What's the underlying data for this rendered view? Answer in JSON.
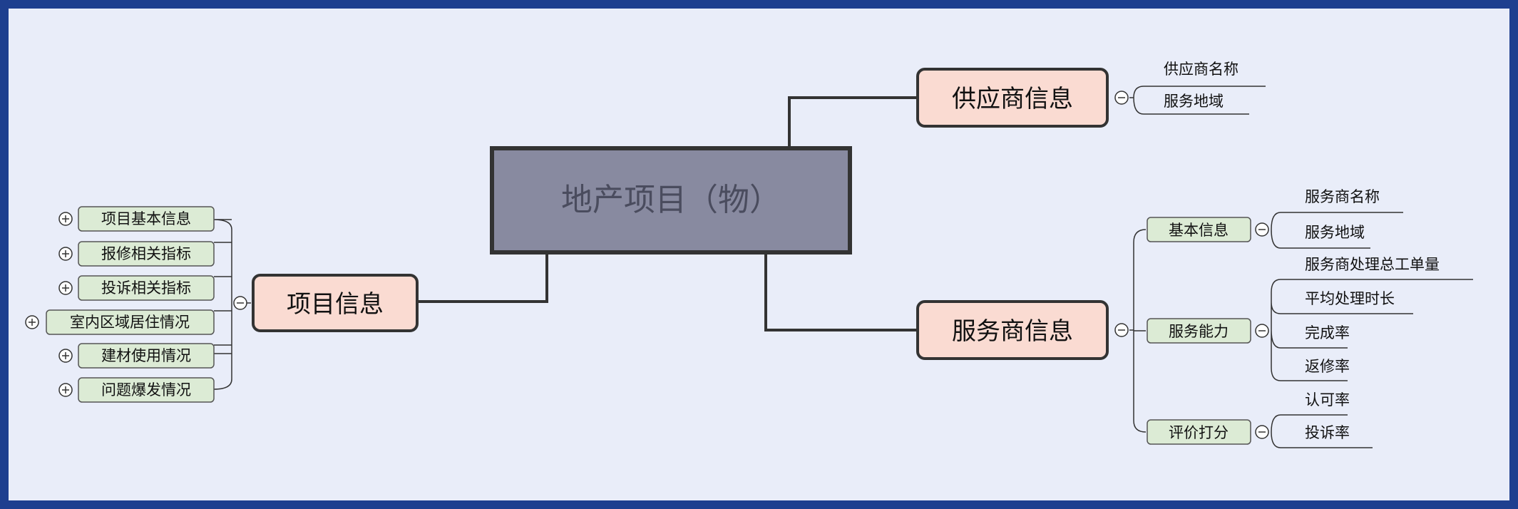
{
  "colors": {
    "frame": "#1e3f8f",
    "panel": "#e9edf9",
    "center_fill": "#888aa0",
    "center_text": "#4a4c5e",
    "branch_fill": "#fadbd2",
    "sub_fill": "#dcebd5",
    "line": "#333333"
  },
  "mindmap": {
    "center": {
      "label": "地产项目（物）"
    },
    "left": {
      "label": "项目信息",
      "children": [
        {
          "label": "项目基本信息"
        },
        {
          "label": "报修相关指标"
        },
        {
          "label": "投诉相关指标"
        },
        {
          "label": "室内区域居住情况"
        },
        {
          "label": "建材使用情况"
        },
        {
          "label": "问题爆发情况"
        }
      ]
    },
    "supplier": {
      "label": "供应商信息",
      "leaves": [
        {
          "label": "供应商名称"
        },
        {
          "label": "服务地域"
        }
      ]
    },
    "service": {
      "label": "服务商信息",
      "groups": [
        {
          "label": "基本信息",
          "leaves": [
            {
              "label": "服务商名称"
            },
            {
              "label": "服务地域"
            }
          ]
        },
        {
          "label": "服务能力",
          "leaves": [
            {
              "label": "服务商处理总工单量"
            },
            {
              "label": "平均处理时长"
            },
            {
              "label": "完成率"
            },
            {
              "label": "返修率"
            }
          ]
        },
        {
          "label": "评价打分",
          "leaves": [
            {
              "label": "认可率"
            },
            {
              "label": "投诉率"
            }
          ]
        }
      ]
    }
  }
}
